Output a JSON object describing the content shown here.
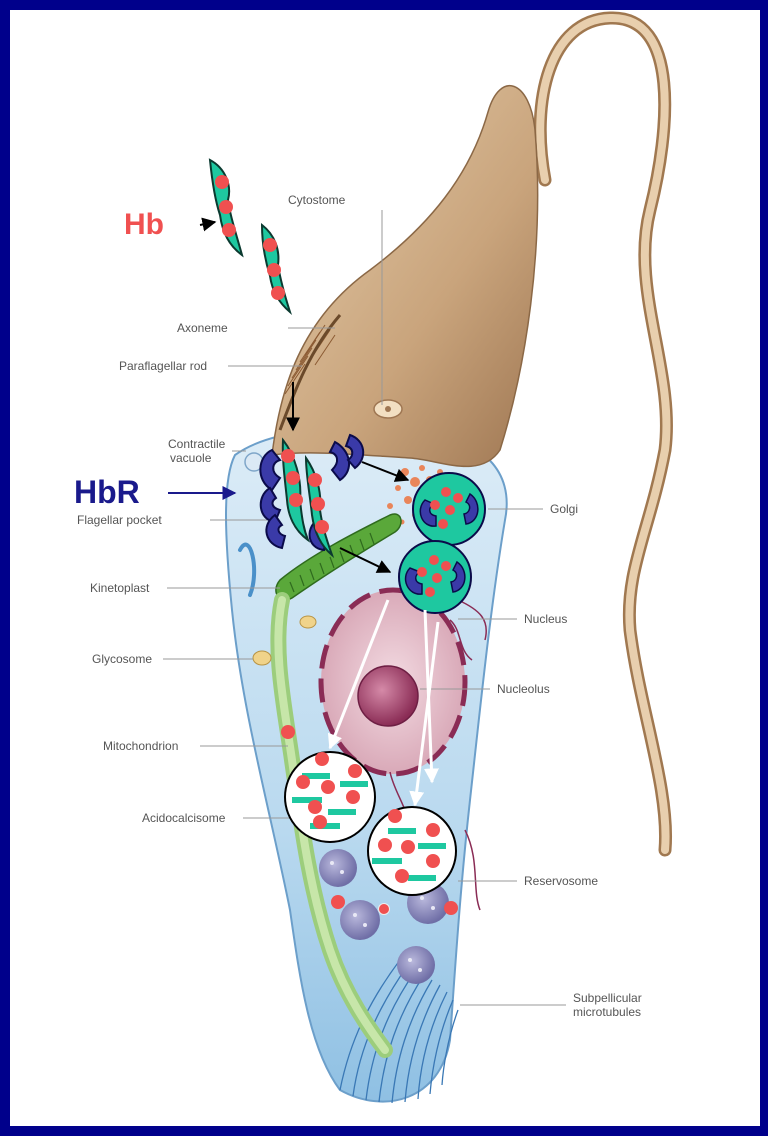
{
  "theme": {
    "frame": "#00008b",
    "hb_color": "#f05050",
    "hbr_color": "#1a1a8c",
    "teal": "#1ec8a0",
    "red": "#f05050"
  },
  "markers": {
    "hb": "Hb",
    "hbr": "HbR"
  },
  "labels": {
    "cytostome": "Cytostome",
    "axoneme": "Axoneme",
    "paraflagellar_rod": "Paraflagellar rod",
    "contractile_vacuole_1": "Contractile",
    "contractile_vacuole_2": "vacuole",
    "flagellar_pocket": "Flagellar pocket",
    "kinetoplast": "Kinetoplast",
    "glycosome": "Glycosome",
    "mitochondrion": "Mitochondrion",
    "acidocalcisome": "Acidocalcisome",
    "golgi": "Golgi",
    "nucleus": "Nucleus",
    "nucleolus": "Nucleolus",
    "reservosome": "Reservosome",
    "subpellicular_1": "Subpellicular",
    "subpellicular_2": "microtubules"
  }
}
